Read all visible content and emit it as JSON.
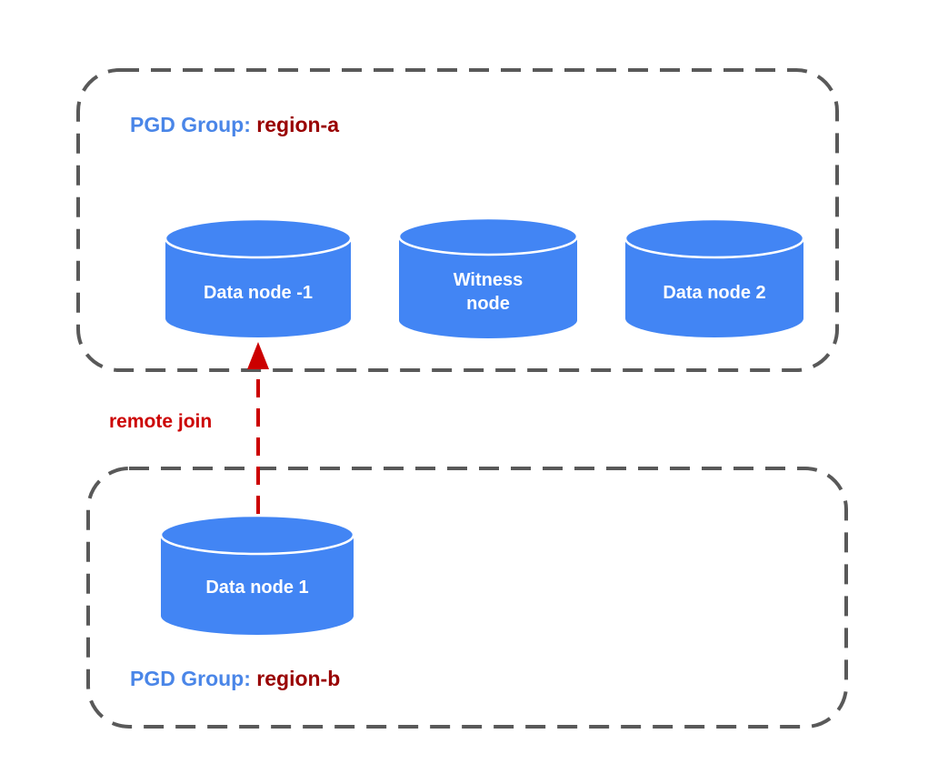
{
  "groups": [
    {
      "prefix": "PGD Group: ",
      "name": "region-a"
    },
    {
      "prefix": "PGD Group: ",
      "name": "region-b"
    }
  ],
  "nodes": {
    "a_data_1": {
      "lines": [
        "Data node -1"
      ]
    },
    "a_witness": {
      "lines": [
        "Witness",
        "node"
      ]
    },
    "a_data_2": {
      "lines": [
        "Data node 2"
      ]
    },
    "b_data_1": {
      "lines": [
        "Data node 1"
      ]
    }
  },
  "connection": {
    "label": "remote join",
    "from": "b_data_1",
    "to": "a_data_1"
  },
  "colors": {
    "node_fill": "#4285f4",
    "group_prefix": "#4a86e8",
    "group_name": "#990000",
    "connection": "#cc0000",
    "group_border": "#595959"
  }
}
